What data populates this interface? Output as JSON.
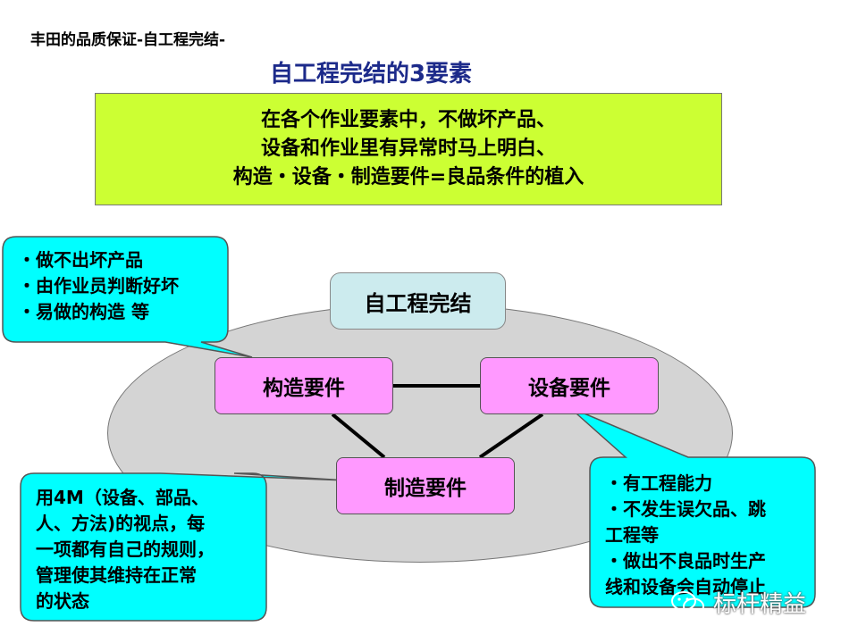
{
  "header": "丰田的品质保证-自工程完结-",
  "title": "自工程完结的3要素",
  "definition_lines": [
    "在各个作业要素中，不做坏产品、",
    "设备和作业里有异常时马上明白、",
    "构造・设备・制造要件=良品条件的植入"
  ],
  "center_label": "自工程完结",
  "nodes": {
    "structure": "构造要件",
    "equipment": "设备要件",
    "manufacturing": "制造要件"
  },
  "callouts": {
    "structure": [
      "・做不出坏产品",
      "・由作业员判断好坏",
      "・易做的构造 等"
    ],
    "manufacturing": [
      "用4M（设备、部品、",
      "人、方法)的视点，每",
      "一项都有自己的规则，",
      "管理使其维持在正常",
      "的状态"
    ],
    "equipment": [
      "・有工程能力",
      "・不发生误欠品、跳",
      "工程等",
      "・做出不良品时生产",
      "线和设备会自动停止"
    ]
  },
  "watermark": "标杆精益",
  "colors": {
    "definition_bg": "#ccff33",
    "node_bg": "#ff99ff",
    "callout_bg": "#00ffff",
    "center_bg": "#ccebee",
    "ellipse_bg": "#d4d4d4",
    "title_color": "#1c2a8a"
  }
}
